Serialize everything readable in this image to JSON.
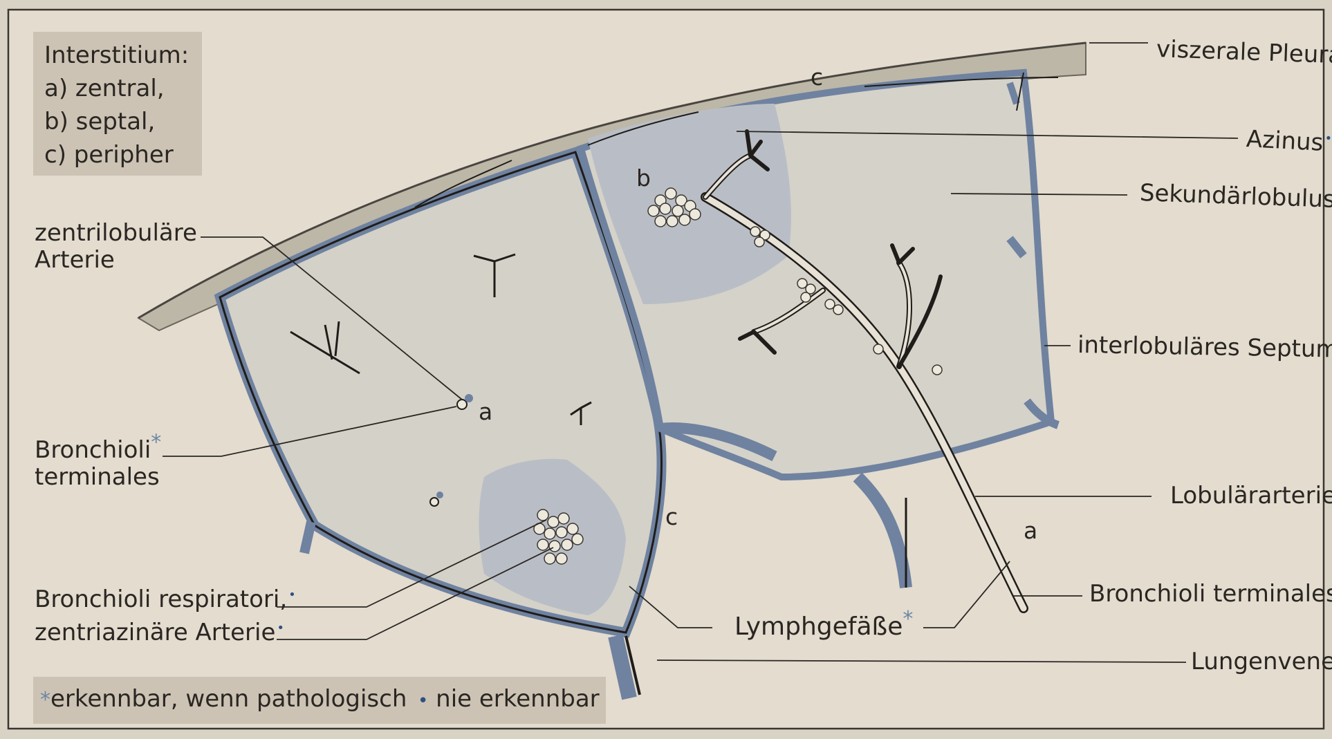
{
  "legend_top": {
    "title": "Interstitium:",
    "items": [
      "a) zentral,",
      "b) septal,",
      "c) peripher"
    ]
  },
  "labels_right": {
    "visceral_pleura": "viszerale Pleura",
    "azinus": "Azinus",
    "sekundaerlobulus": "Sekundärlobulus",
    "interlobulaeres_septum": "interlobuläres Septum",
    "lobularterie": "Lobulärarterie",
    "bronchioli_terminales": "Bronchioli terminales",
    "lungenvene": "Lungenvene"
  },
  "labels_left": {
    "zentrilobulaere_arterie_1": "zentrilobuläre",
    "zentrilobulaere_arterie_2": "Arterie",
    "bronchioli_terminales_1": "Bronchioli",
    "bronchioli_terminales_2": "terminales",
    "bronchioli_respiratori": "Bronchioli respiratori,",
    "zentriazinaere_arterie": "zentriazinäre Arterie"
  },
  "labels_bottom": {
    "lymphgefaesse": "Lymphgefäße"
  },
  "region_letters": {
    "c_top": "c",
    "b": "b",
    "a_left": "a",
    "c_mid": "c",
    "a_right": "a"
  },
  "markers": {
    "star": "*",
    "dot": "•"
  },
  "legend_bottom": {
    "star_text": "erkennbar, wenn pathologisch",
    "dot_text": "nie erkennbar"
  },
  "colors": {
    "paper": "#e3dccf",
    "frame": "#3a3530",
    "pleura": "#bdb7a8",
    "lobule_fill": "#d8d4ca",
    "acinus_fill": "#b9bec6",
    "septum_blue": "#6f82a0",
    "vessel_dark": "#1f1c19",
    "star_blue": "#6c86a6",
    "dot_blue": "#2e4f82"
  }
}
